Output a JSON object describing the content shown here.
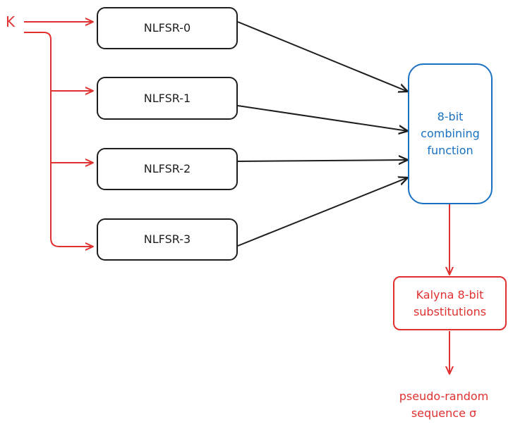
{
  "diagram": {
    "key_label": "K",
    "nlfsrs": [
      {
        "label": "NLFSR-0"
      },
      {
        "label": "NLFSR-1"
      },
      {
        "label": "NLFSR-2"
      },
      {
        "label": "NLFSR-3"
      }
    ],
    "combiner": {
      "label": "8-bit\ncombining\nfunction"
    },
    "substitution": {
      "label": "Kalyna 8-bit\nsubstitutions"
    },
    "output": {
      "label": "pseudo-random\nsequence σ"
    },
    "colors": {
      "key_path": "#e03131",
      "nlfsr_stroke": "#1e1e1e",
      "combiner_stroke": "#1971c2",
      "substitution_stroke": "#e03131",
      "output_text": "#e03131"
    }
  }
}
